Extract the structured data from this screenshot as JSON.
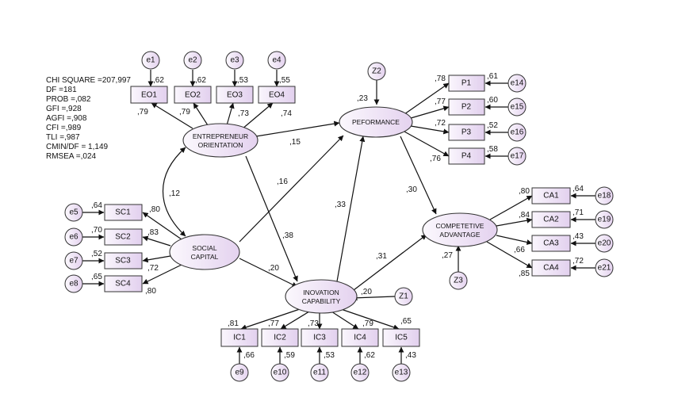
{
  "fit_indices": [
    "CHI SQUARE =207,997",
    "DF =181",
    "PROB =,082",
    "GFI =,928",
    "AGFI =,908",
    "CFI =,989",
    "TLI =,987",
    "CMIN/DF = 1,149",
    "RMSEA =,024"
  ],
  "latents": {
    "eo": {
      "line1": "ENTREPRENEUR",
      "line2": "ORIENTATION"
    },
    "sc": {
      "line1": "SOCIAL",
      "line2": "CAPITAL"
    },
    "pf": {
      "line1": "PEFORMANCE",
      "line2": ""
    },
    "ca": {
      "line1": "COMPETETIVE",
      "line2": "ADVANTAGE"
    },
    "ic": {
      "line1": "INOVATION",
      "line2": "CAPABILITY"
    }
  },
  "indicators": {
    "eo": [
      {
        "label": "EO1",
        "error": "e1",
        "loading": ",79",
        "r2": ",62"
      },
      {
        "label": "EO2",
        "error": "e2",
        "loading": ",79",
        "r2": ",62"
      },
      {
        "label": "EO3",
        "error": "e3",
        "loading": ",73",
        "r2": ",53"
      },
      {
        "label": "EO4",
        "error": "e4",
        "loading": ",74",
        "r2": ",55"
      }
    ],
    "sc": [
      {
        "label": "SC1",
        "error": "e5",
        "loading": ",80",
        "r2": ",64"
      },
      {
        "label": "SC2",
        "error": "e6",
        "loading": ",83",
        "r2": ",70"
      },
      {
        "label": "SC3",
        "error": "e7",
        "loading": ",72",
        "r2": ",52"
      },
      {
        "label": "SC4",
        "error": "e8",
        "loading": ",80",
        "r2": ",65"
      }
    ],
    "pf": [
      {
        "label": "P1",
        "error": "e14",
        "loading": ",78",
        "r2": ",61"
      },
      {
        "label": "P2",
        "error": "e15",
        "loading": ",77",
        "r2": ",60"
      },
      {
        "label": "P3",
        "error": "e16",
        "loading": ",72",
        "r2": ",52"
      },
      {
        "label": "P4",
        "error": "e17",
        "loading": ",76",
        "r2": ",58"
      }
    ],
    "ca": [
      {
        "label": "CA1",
        "error": "e18",
        "loading": ",80",
        "r2": ",64"
      },
      {
        "label": "CA2",
        "error": "e19",
        "loading": ",84",
        "r2": ",71"
      },
      {
        "label": "CA3",
        "error": "e20",
        "loading": ",66",
        "r2": ",43"
      },
      {
        "label": "CA4",
        "error": "e21",
        "loading": ",85",
        "r2": ",72"
      }
    ],
    "ic": [
      {
        "label": "IC1",
        "error": "e9",
        "loading": ",81",
        "r2": ",66"
      },
      {
        "label": "IC2",
        "error": "e10",
        "loading": ",77",
        "r2": ",59"
      },
      {
        "label": "IC3",
        "error": "e11",
        "loading": ",73",
        "r2": ",53"
      },
      {
        "label": "IC4",
        "error": "e12",
        "loading": ",79",
        "r2": ",62"
      },
      {
        "label": "IC5",
        "error": "e13",
        "loading": ",65",
        "r2": ",43"
      }
    ]
  },
  "disturbances": {
    "z1": {
      "label": "Z1",
      "r2": ",20"
    },
    "z2": {
      "label": "Z2",
      "r2": ",23"
    },
    "z3": {
      "label": "Z3",
      "r2": ",27"
    }
  },
  "structural_paths": {
    "eo_pf": ",15",
    "sc_pf": ",16",
    "eo_ic": ",38",
    "sc_ic": ",20",
    "ic_pf": ",33",
    "pf_ca": ",30",
    "ic_ca": ",31",
    "eo_sc_cov": ",12"
  },
  "colors": {
    "node_fill_light": "#faf6fd",
    "node_fill_dark": "#e6d6f0",
    "stroke": "#333333"
  }
}
